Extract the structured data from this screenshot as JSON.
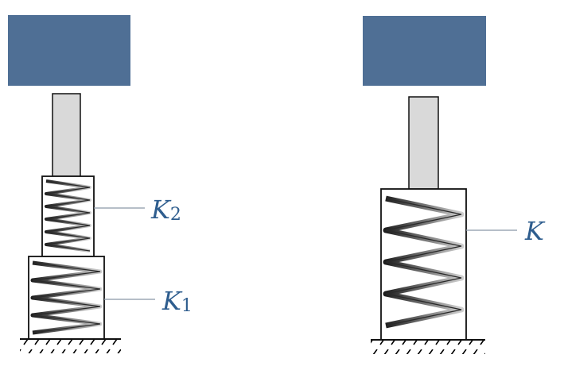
{
  "colors": {
    "mass": "#4f6f95",
    "rod": "#d9d9d9",
    "label": "#2e5d8e",
    "leader": "#8a98a8",
    "spring_dark": "#2a2a2a",
    "spring_light": "#bcbcbc"
  },
  "left_system": {
    "upper_spring_label": {
      "letter": "K",
      "subscript": "2"
    },
    "lower_spring_label": {
      "letter": "K",
      "subscript": "1"
    }
  },
  "right_system": {
    "spring_label": {
      "letter": "K"
    }
  }
}
